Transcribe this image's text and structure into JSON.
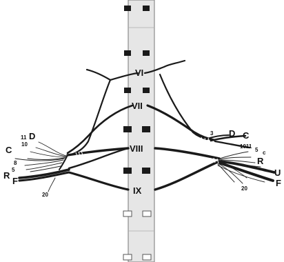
{
  "segments": [
    {
      "label": "VI"
    },
    {
      "label": "VII"
    },
    {
      "label": "VIII"
    },
    {
      "label": "IX"
    }
  ],
  "left_labels": {
    "D": "D",
    "C": "C",
    "R": "R",
    "F": "F",
    "n11": "11",
    "n10": "10",
    "n8": "8",
    "n5": "5",
    "n20": "20"
  },
  "right_labels": {
    "D": "D",
    "C": "C",
    "R": "R",
    "U": "U",
    "F": "F",
    "n3": "3",
    "n1011": "1011",
    "n5": "5",
    "nc": "c",
    "n20": "20"
  },
  "colors": {
    "cord_fill": "#e6e6e6",
    "cord_stroke": "#777777",
    "ganglion_block": "#1a1a1a",
    "nerve": "#1a1a1a",
    "open_block": "#ffffff"
  }
}
